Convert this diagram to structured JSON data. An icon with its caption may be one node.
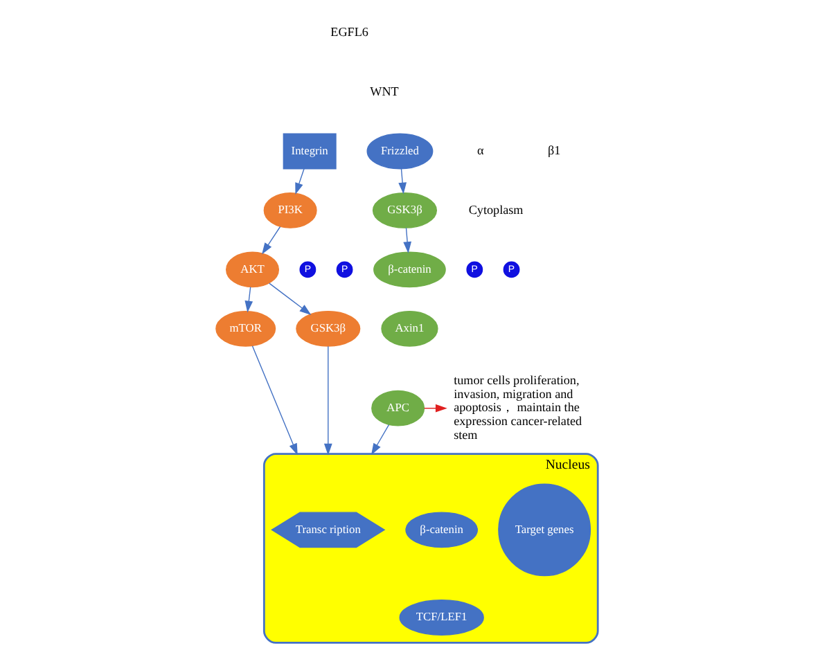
{
  "diagram": {
    "nodes": [
      {
        "text": [
          "Integrin"
        ]
      },
      {
        "text": [
          "Frizzled"
        ]
      },
      {
        "text": [
          "PI3K"
        ]
      },
      {
        "text": [
          "GSK3β"
        ]
      },
      {
        "text": [
          "AKT"
        ]
      },
      {
        "text": [
          "β-catenin"
        ]
      },
      {
        "text": [
          "Axin1"
        ]
      },
      {
        "text": [
          "APC"
        ]
      },
      {
        "text": [
          "mTOR"
        ]
      },
      {
        "text": [
          "GSK3β"
        ]
      },
      {
        "text": [
          "Nucleus"
        ]
      },
      {
        "text": [
          "Transc ription"
        ],
        "in": 10
      },
      {
        "text": [
          "β-catenin"
        ],
        "in": 10
      },
      {
        "text": [
          "TCF/LEF1"
        ],
        "in": 10
      },
      {
        "text": [
          "Target genes"
        ],
        "in": 10
      },
      {
        "text": [
          "tumor cells proliferation, invasion, migration and apoptosis， maintain the expression cancer-related stem"
        ]
      },
      {
        "text": [
          "P"
        ]
      },
      {
        "text": [
          "P"
        ]
      },
      {
        "text": [
          "P"
        ]
      },
      {
        "text": [
          "P"
        ]
      }
    ],
    "edges": [
      {
        "from": 0,
        "to": 2,
        "arrow": "to"
      },
      {
        "from": 1,
        "to": 3,
        "arrow": "to"
      },
      {
        "from": 2,
        "to": 4,
        "arrow": "to"
      },
      {
        "from": 4,
        "to": 8,
        "arrow": "to"
      },
      {
        "from": 4,
        "to": 9,
        "arrow": "to"
      },
      {
        "from": 3,
        "to": 5,
        "arrow": "to"
      },
      {
        "from": 8,
        "to": 10,
        "arrow": "to"
      },
      {
        "from": 9,
        "to": 10,
        "arrow": "to"
      },
      {
        "from": 7,
        "to": 10,
        "arrow": "to"
      },
      {
        "from": 7,
        "to": 15,
        "arrow": "to",
        "color": "#e02020"
      }
    ],
    "labels": [
      "EGFL6",
      "WNT",
      "α",
      "β1",
      "Cytoplasm"
    ]
  }
}
